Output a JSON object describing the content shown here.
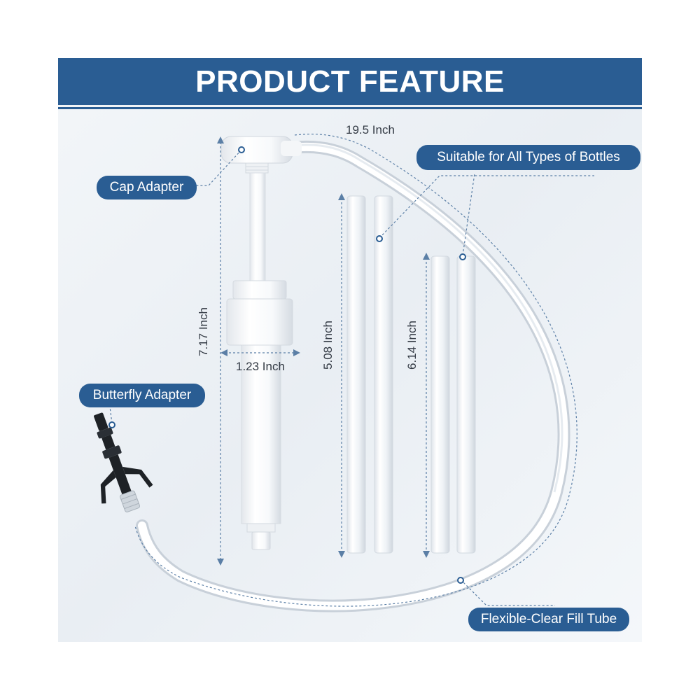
{
  "banner": {
    "title": "PRODUCT FEATURE"
  },
  "labels": {
    "cap_adapter": "Cap Adapter",
    "suitable": "Suitable for All Types of Bottles",
    "butterfly_adapter": "Butterfly Adapter",
    "fill_tube": "Flexible-Clear Fill Tube"
  },
  "dimensions": {
    "tube_length": "19.5 Inch",
    "pump_height": "7.17 Inch",
    "pump_width": "1.23 Inch",
    "short_tube": "5.08 Inch",
    "long_tube": "6.14 Inch"
  },
  "colors": {
    "brand_blue": "#2a5d93",
    "dashed_line": "#5b7fa6",
    "adapter_black": "#1e2226"
  },
  "icons": [
    "pump-icon",
    "tube-icon",
    "butterfly-adapter-icon"
  ]
}
